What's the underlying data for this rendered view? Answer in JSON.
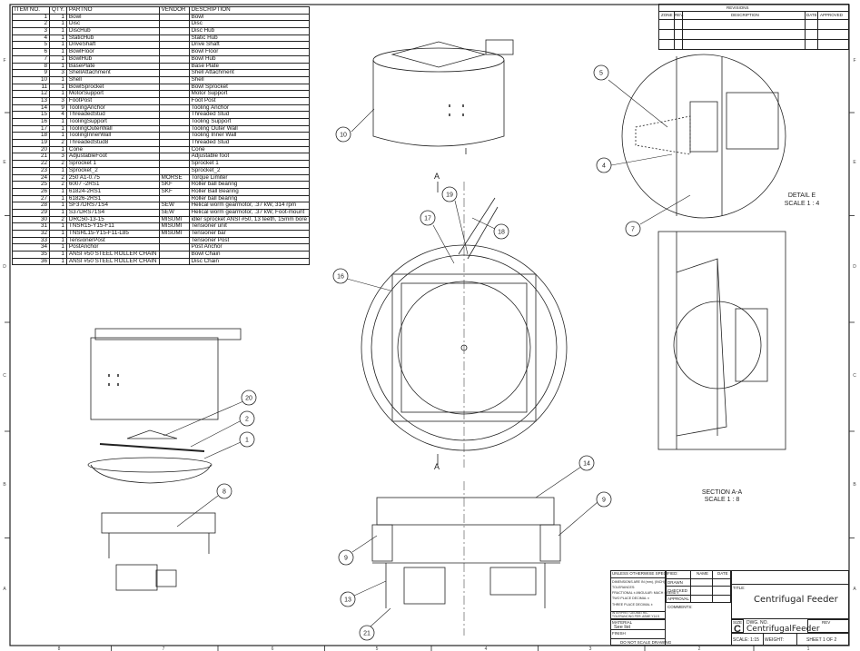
{
  "bom": {
    "headers": [
      "ITEM NO.",
      "QTY.",
      "PARTNO",
      "VENDOR",
      "DESCRIPTION"
    ],
    "rows": [
      [
        "1",
        "1",
        "Bowl",
        "",
        "Bowl"
      ],
      [
        "2",
        "1",
        "Disc",
        "",
        "Disc"
      ],
      [
        "3",
        "1",
        "DiscHub",
        "",
        "Disc Hub"
      ],
      [
        "4",
        "1",
        "StaticHub",
        "",
        "Static Hub"
      ],
      [
        "5",
        "1",
        "DriveShaft",
        "",
        "Drive Shaft"
      ],
      [
        "6",
        "1",
        "BowlFloor",
        "",
        "Bowl Floor"
      ],
      [
        "7",
        "1",
        "BowlHub",
        "",
        "Bowl Hub"
      ],
      [
        "8",
        "1",
        "BasePlate",
        "",
        "Base Plate"
      ],
      [
        "9",
        "3",
        "ShellAttachment",
        "",
        "Shell Attachment"
      ],
      [
        "10",
        "1",
        "Shell",
        "",
        "Shell"
      ],
      [
        "11",
        "1",
        "BowlSprocket",
        "",
        "Bowl Sprocket"
      ],
      [
        "12",
        "1",
        "MotorSupport",
        "",
        "Motor Support"
      ],
      [
        "13",
        "3",
        "FootPost",
        "",
        "Foot Post"
      ],
      [
        "14",
        "9",
        "ToolingAnchor",
        "",
        "Tooling Anchor"
      ],
      [
        "15",
        "4",
        "ThreadedStud",
        "",
        "Threaded Stud"
      ],
      [
        "16",
        "1",
        "ToolingSupport",
        "",
        "Tooling Support"
      ],
      [
        "17",
        "1",
        "ToolingOuterWall",
        "",
        "Tooling Outer Wall"
      ],
      [
        "18",
        "1",
        "ToolingInnerWall",
        "",
        "Tooling Inner Wall"
      ],
      [
        "19",
        "2",
        "ThreadedStud8",
        "",
        "Threaded Stud"
      ],
      [
        "20",
        "1",
        "Cone",
        "",
        "Cone"
      ],
      [
        "21",
        "3",
        "AdjustableFoot",
        "",
        "Adjustable foot"
      ],
      [
        "22",
        "2",
        "Sprocket 1",
        "",
        "Sprocket 1"
      ],
      [
        "23",
        "1",
        "Sprocket_2",
        "",
        "Sprocket_2"
      ],
      [
        "24",
        "2",
        "250 A1-0.75",
        "MORSE",
        "Torque Limiter"
      ],
      [
        "25",
        "2",
        "6007 -2RS1",
        "SKF",
        "Roller ball bearing"
      ],
      [
        "26",
        "1",
        "61824-2RS1",
        "SKF",
        "Roller Ball Bearing"
      ],
      [
        "27",
        "1",
        "61826-2RS1",
        "",
        "Roller ball bearing"
      ],
      [
        "28",
        "1",
        "SF37DRS71S4",
        "SEW",
        "Helical worm gearmotor, .37 kW, 314 rpm"
      ],
      [
        "29",
        "1",
        "S37DRS71S4",
        "SEW",
        "Helical worm gearmotor, .37 kW, Foot-mount"
      ],
      [
        "30",
        "2",
        "DRC50-13-15",
        "MISUMI",
        "idler sprocket ANSI #50, 13 teeth, 15mm bore"
      ],
      [
        "31",
        "1",
        "TNSR15-Y15-F11",
        "MISUMI",
        "Tensioner unit"
      ],
      [
        "32",
        "1",
        "TNSRL15-Y15-F11-L85",
        "MISUMI",
        "Tensioner bar"
      ],
      [
        "33",
        "1",
        "TensionerPost",
        "",
        "Tensioner Post"
      ],
      [
        "34",
        "1",
        "PostAnchor",
        "",
        "Post Anchor"
      ],
      [
        "35",
        "1",
        "ANSI #50 STEEL ROLLER CHAIN",
        "",
        "Bowl Chain"
      ],
      [
        "36",
        "1",
        "ANSI #50 STEEL ROLLER CHAIN",
        "",
        "Disc Chain"
      ]
    ]
  },
  "revisions": {
    "title": "REVISIONS",
    "headers": [
      "ZONE",
      "REV.",
      "DESCRIPTION",
      "DATE",
      "APPROVED"
    ]
  },
  "zones": {
    "rows": [
      "F",
      "E",
      "D",
      "C",
      "B",
      "A"
    ],
    "cols": [
      "8",
      "7",
      "6",
      "5",
      "4",
      "3",
      "2",
      "1"
    ]
  },
  "callouts": [
    "10",
    "5",
    "4",
    "7",
    "19",
    "17",
    "18",
    "16",
    "20",
    "2",
    "1",
    "8",
    "14",
    "9",
    "9",
    "13",
    "21"
  ],
  "section_marks": [
    "A",
    "A"
  ],
  "labels": {
    "detail_title": "DETAIL E",
    "detail_scale": "SCALE 1 : 4",
    "section_title": "SECTION A-A",
    "section_scale": "SCALE 1 : 8"
  },
  "title_block": {
    "unless": "UNLESS OTHERWISE SPECIFIED:",
    "tol1": "DIMENSIONS ARE IN (mm), (INCH)",
    "tol2": "TOLERANCES:",
    "tol3": "FRACTIONAL ±  ANGULAR: MACH ±  BEND ±",
    "tol4": "TWO PLACE DECIMAL ±",
    "tol5": "THREE PLACE DECIMAL ±",
    "interpret": "INTERPRET GEOMETRIC TOLERANCING PER: ASME Y14.5",
    "material_label": "MATERIAL",
    "material_value": "See list",
    "finish_label": "FINISH",
    "do_not_scale": "DO NOT SCALE DRAWING",
    "name_header": "NAME",
    "date_header": "DATE",
    "drawn": "DRAWN",
    "checked": "CHECKED",
    "approval": "APPROVAL",
    "comments": "COMMENTS:",
    "title_label": "TITLE:",
    "title": "Centrifugal Feeder",
    "size_label": "SIZE",
    "size": "C",
    "dwg_label": "DWG.  NO.",
    "dwg_no": "CentrifugalFeeder",
    "rev_label": "REV",
    "scale": "SCALE: 1:15",
    "weight": "WEIGHT:",
    "sheet": "SHEET 1 OF 2"
  }
}
